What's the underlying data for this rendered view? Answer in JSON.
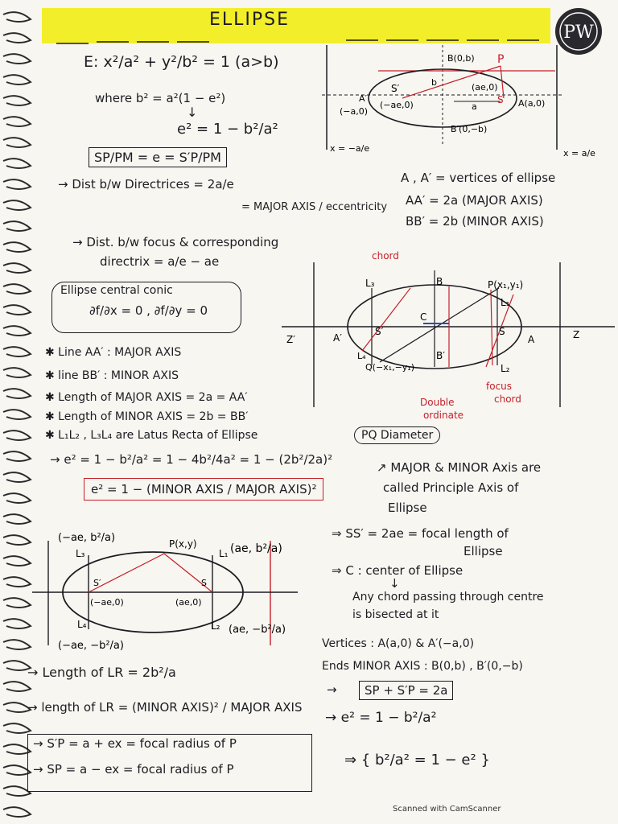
{
  "header": {
    "title": "ELLIPSE",
    "logo_text": "PW"
  },
  "eq": {
    "ellipse_eq": "E: x²/a² + y²/b² = 1  (a>b)",
    "where": "where  b² = a²(1 − e²)",
    "arrow": "↓",
    "e2": "e² = 1 − b²/a²",
    "ratio": "SP/PM = e = S′P/PM",
    "dist_dir": "→ Dist b/w Directrices = 2a/e",
    "major_ecc": "= MAJOR AXIS / eccentricity",
    "dist_focus": "→ Dist. b/w focus & corresponding",
    "directrix": "directrix = a/e − ae",
    "central": "Ellipse central conic",
    "partials": "∂f/∂x = 0 , ∂f/∂y = 0",
    "vertices": "A , A′ = vertices of ellipse",
    "aa": "AA′ = 2a  (MAJOR AXIS)",
    "bb": "BB′ = 2b  (MINOR AXIS)",
    "line_aa": "✱ Line AA′ :  MAJOR AXIS",
    "line_bb": "✱ line BB′ : MINOR AXIS",
    "len_major": "✱ Length of MAJOR AXIS = 2a = AA′",
    "len_minor": "✱ Length of MINOR AXIS = 2b = BB′",
    "latus": "✱ L₁L₂ , L₃L₄ are Latus Recta of Ellipse",
    "e2_chain": "→ e² = 1 − b²/a² = 1 − 4b²/4a² = 1 − (2b²/2a)²",
    "e2_box": "e² = 1 − (MINOR AXIS / MAJOR AXIS)²",
    "pq": "PQ Diameter",
    "principle": "↗ MAJOR & MINOR Axis are",
    "principle2": "called Principle Axis of",
    "principle3": "Ellipse",
    "focal": "⇒ SS′ = 2ae = focal length of",
    "focal2": "Ellipse",
    "center": "⇒ C : center of Ellipse",
    "center_arrow": "↓",
    "chord": "Any chord passing through centre",
    "chord2": "is bisected at it",
    "vert2": "Vertices : A(a,0) & A′(−a,0)",
    "ends": "Ends MINOR AXIS : B(0,b) , B′(0,−b)",
    "sp_sum": "SP + S′P = 2a",
    "e2_b": "→ e² = 1 − b²/a²",
    "brace": "⇒ { b²/a² = 1 − e² }",
    "lr1": "→ Length of LR = 2b²/a",
    "lr2": "→ length of LR = (MINOR AXIS)² / MAJOR AXIS",
    "fr1": "→ S′P = a + ex = focal radius of P",
    "fr2": "→ SP = a − ex = focal radius of P"
  },
  "fig1": {
    "B": "B(0,b)",
    "P": "P",
    "Bp": "B′(0,−b)",
    "A": "A(a,0)",
    "Ap": "A′",
    "Ap2": "(−a,0)",
    "Sp": "S′",
    "S": "S",
    "ae": "(ae,0)",
    "mae": "(−ae,0)",
    "b": "b",
    "a": "a",
    "x1": "x = −a/e",
    "x2": "x = a/e"
  },
  "fig2": {
    "chord": "chord",
    "L3": "L₃",
    "B": "B",
    "P": "P(x₁,y₁)",
    "L1": "L₁",
    "Z": "Z",
    "Zp": "Z′",
    "Ap": "A′",
    "Sp": "S′",
    "C": "C",
    "S": "S",
    "A": "A",
    "Bp": "B′",
    "L4": "L₄",
    "Q": "Q(−x₁,−y₁)",
    "L2": "L₂",
    "double": "Double",
    "ordinate": "ordinate",
    "focus": "focus",
    "chord2": "chord"
  },
  "fig3": {
    "tl": "(−ae, b²/a)",
    "L3": "L₃",
    "P": "P(x,y)",
    "L1": "L₁",
    "tr": "(ae, b²/a)",
    "Sp": "S′",
    "S": "S",
    "mae": "(−ae,0)",
    "ae": "(ae,0)",
    "L4": "L₄",
    "bl": "(−ae, −b²/a)",
    "L2": "L₂",
    "br": "(ae, −b²/a)"
  },
  "footer": {
    "scanner": "Scanned with CamScanner"
  },
  "colors": {
    "ink": "#1c1c22",
    "red": "#c51f2a",
    "highlight": "#f3ee2a"
  }
}
